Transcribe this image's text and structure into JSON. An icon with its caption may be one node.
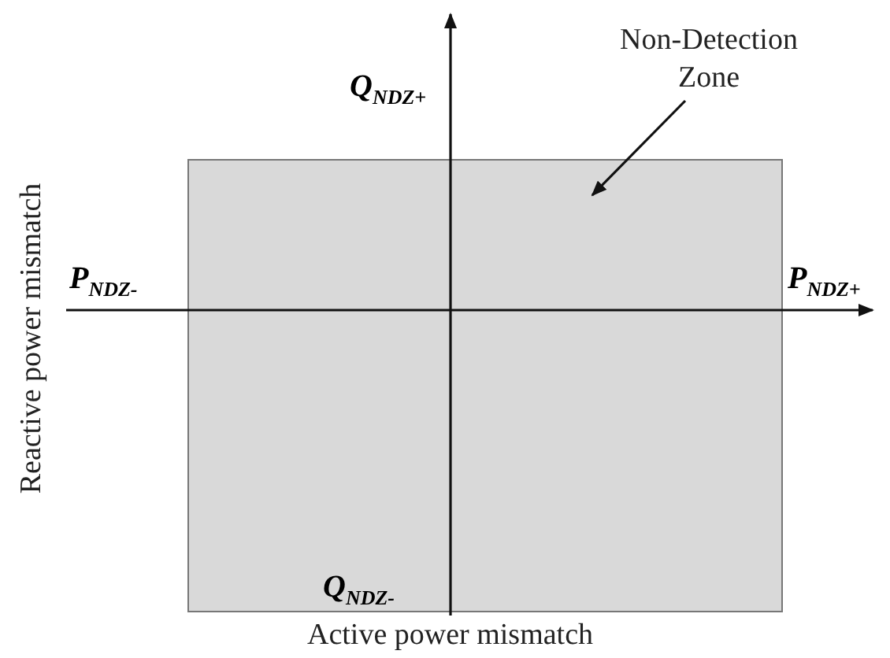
{
  "diagram": {
    "nodes": [
      {
        "text": [
          "Non-Detection Zone"
        ]
      },
      {
        "text": [],
        "shape": "box"
      }
    ],
    "edges": [
      {
        "from": 0,
        "to": 1,
        "arrow": "to"
      }
    ],
    "labels": [
      "Q$_{NDZ+}$",
      "Reactive power mismatch",
      "P$_{NDZ-}$",
      "P$_{NDZ+}$",
      "Q$_{NDZ-}$",
      "Active power mismatch"
    ]
  }
}
